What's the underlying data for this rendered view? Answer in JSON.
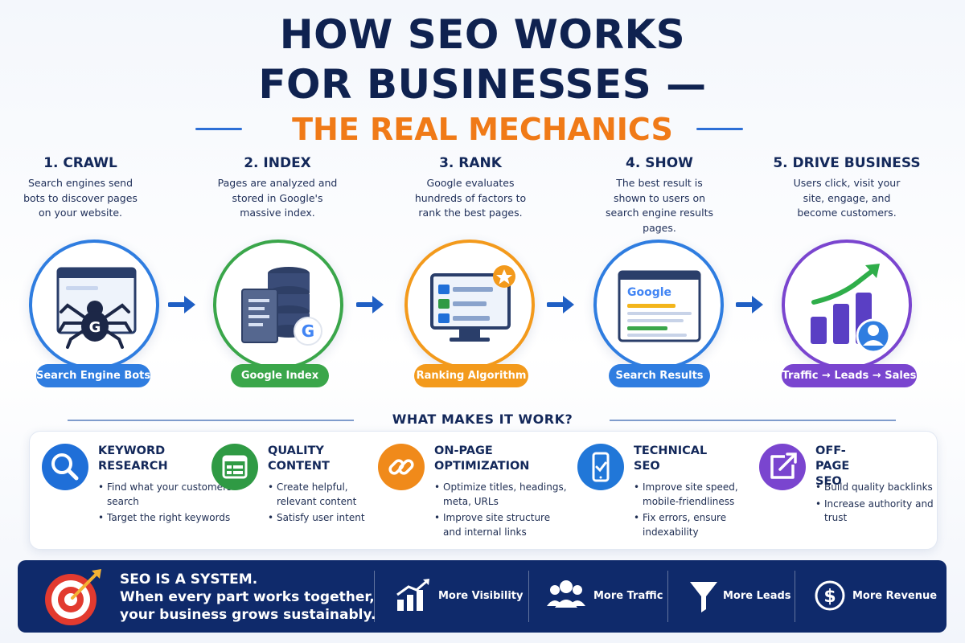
{
  "header": {
    "title_line1": "HOW SEO WORKS",
    "title_line2": "FOR BUSINESSES —",
    "subtitle": "THE REAL MECHANICS"
  },
  "steps": [
    {
      "title": "1. CRAWL",
      "desc": "Search engines send bots to discover pages on your website.",
      "label": "Search Engine Bots",
      "color": "#2f7de0",
      "icon": "spider-icon"
    },
    {
      "title": "2. INDEX",
      "desc": "Pages are analyzed and stored in Google's massive index.",
      "label": "Google Index",
      "color": "#3aa64a",
      "icon": "database-icon"
    },
    {
      "title": "3. RANK",
      "desc": "Google evaluates hundreds of factors to rank the best pages.",
      "label": "Ranking Algorithm",
      "color": "#f39a1c",
      "icon": "monitor-ranking-icon"
    },
    {
      "title": "4. SHOW",
      "desc": "The best result is shown to users on search engine results pages.",
      "label": "Search Results",
      "color": "#2f7de0",
      "icon": "search-results-icon"
    },
    {
      "title": "5. DRIVE BUSINESS",
      "desc": "Users click, visit your site, engage, and become customers.",
      "label": "Traffic → Leads → Sales",
      "color": "#7a45cf",
      "icon": "growth-chart-icon"
    }
  ],
  "icons": {
    "google_letter": "G",
    "google_word": "Google"
  },
  "what_makes": {
    "title": "WHAT MAKES IT WORK?",
    "items": [
      {
        "title": "KEYWORD\nRESEARCH",
        "bullets": [
          "Find what your customers search",
          "Target the right keywords"
        ],
        "color": "#1f6fd8",
        "icon": "magnifier-icon"
      },
      {
        "title": "QUALITY\nCONTENT",
        "bullets": [
          "Create helpful, relevant content",
          "Satisfy user intent"
        ],
        "color": "#2f9a44",
        "icon": "content-icon"
      },
      {
        "title": "ON-PAGE\nOPTIMIZATION",
        "bullets": [
          "Optimize titles, headings, meta, URLs",
          "Improve site structure and internal links"
        ],
        "color": "#f08a1a",
        "icon": "link-icon"
      },
      {
        "title": "TECHNICAL\nSEO",
        "bullets": [
          "Improve site speed, mobile-friendliness",
          "Fix errors, ensure indexability"
        ],
        "color": "#2177d8",
        "icon": "mobile-check-icon"
      },
      {
        "title": "OFF-PAGE\nSEO",
        "bullets": [
          "Build quality backlinks",
          "Increase authority and trust"
        ],
        "color": "#7a45cf",
        "icon": "external-link-icon"
      }
    ]
  },
  "banner": {
    "line1": "SEO IS A SYSTEM.",
    "line2": "When every part works together,",
    "line3": "your business grows sustainably.",
    "benefits": [
      {
        "label": "More Visibility",
        "icon": "bar-chart-icon"
      },
      {
        "label": "More Traffic",
        "icon": "people-icon"
      },
      {
        "label": "More Leads",
        "icon": "funnel-icon"
      },
      {
        "label": "More Revenue",
        "icon": "dollar-icon"
      }
    ]
  }
}
